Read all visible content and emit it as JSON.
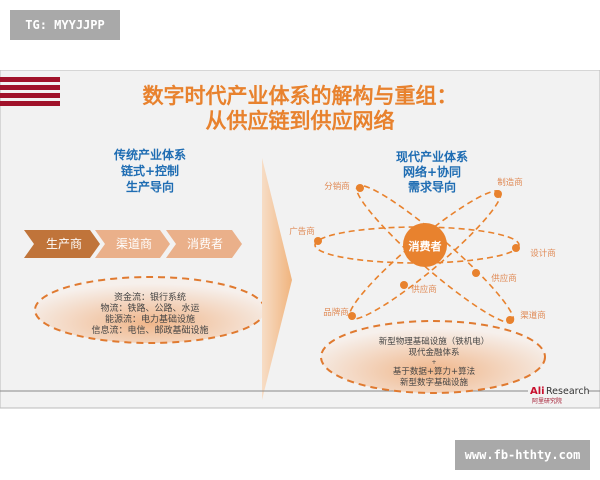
{
  "watermark_top": "TG: MYYJJPP",
  "watermark_bottom": "www.fb-hthty.com",
  "title": {
    "line1": "数字时代产业体系的解构与重组：",
    "line2": "从供应链到供应网络"
  },
  "left": {
    "heading": [
      "传统产业体系",
      "链式+控制",
      "生产导向"
    ],
    "chain": [
      "生产商",
      "渠道商",
      "消费者"
    ],
    "flows": [
      "资金流：银行系统",
      "物流：铁路、公路、水运",
      "能源流：电力基础设施",
      "信息流：电信、邮政基础设施"
    ]
  },
  "right": {
    "heading": [
      "现代产业体系",
      "网络+协同",
      "需求导向"
    ],
    "center": "消费者",
    "nodes": [
      "分销商",
      "制造商",
      "广告商",
      "设计商",
      "供应商",
      "供应商",
      "品牌商",
      "渠道商"
    ],
    "infra": [
      "新型物理基础设施（铁机电）",
      "现代金融体系",
      "+",
      "基于数据+算力+算法",
      "新型数字基础设施"
    ]
  },
  "logo": {
    "brand": "Ali",
    "suffix": "Research",
    "sub": "阿里研究院"
  },
  "colors": {
    "orange": "#e8822e",
    "blue": "#1f6db3",
    "red": "#a0122a",
    "bg": "#f2f2f2"
  }
}
